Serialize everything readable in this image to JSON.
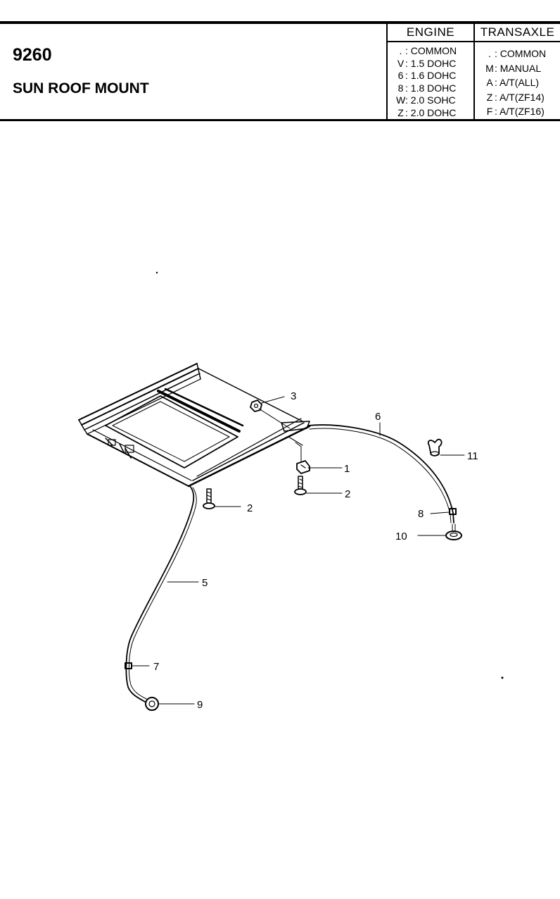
{
  "header": {
    "part_number": "9260",
    "title": "SUN ROOF MOUNT"
  },
  "engine": {
    "heading": "ENGINE",
    "codes": [
      {
        "code": ".",
        "desc": ": COMMON"
      },
      {
        "code": "V",
        "desc": ": 1.5 DOHC"
      },
      {
        "code": "6",
        "desc": ": 1.6 DOHC"
      },
      {
        "code": "8",
        "desc": ": 1.8 DOHC"
      },
      {
        "code": "W",
        "desc": ": 2.0 SOHC"
      },
      {
        "code": "Z",
        "desc": ": 2.0 DOHC"
      }
    ]
  },
  "transaxle": {
    "heading": "TRANSAXLE",
    "codes": [
      {
        "code": ".",
        "desc": ": COMMON"
      },
      {
        "code": "M",
        "desc": ": MANUAL"
      },
      {
        "code": "A",
        "desc": ": A/T(ALL)"
      },
      {
        "code": "Z",
        "desc": ": A/T(ZF14)"
      },
      {
        "code": "F",
        "desc": ": A/T(ZF16)"
      }
    ]
  },
  "callouts": {
    "c1": "1",
    "c2a": "2",
    "c2b": "2",
    "c3": "3",
    "c5": "5",
    "c6": "6",
    "c7": "7",
    "c8": "8",
    "c9": "9",
    "c10": "10",
    "c11": "11"
  }
}
